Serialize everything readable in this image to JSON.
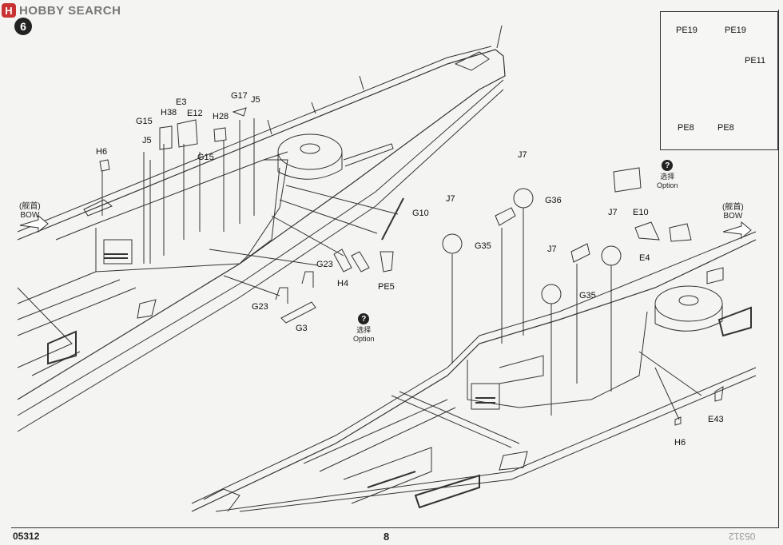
{
  "watermark": {
    "logo": "H",
    "text": "HOBBY SEARCH"
  },
  "step_number": "6",
  "footer": {
    "product_code": "05312",
    "page_number": "8",
    "mirrored_code": "05312"
  },
  "bow_labels": {
    "cn": "(舰首)",
    "en": "BOW"
  },
  "option_labels": {
    "cn": "选择",
    "en": "Option",
    "mark": "?"
  },
  "inset_labels": [
    "PE19",
    "PE19",
    "PE11",
    "PE8",
    "PE8"
  ],
  "left_callouts": [
    "H6",
    "J5",
    "G15",
    "H38",
    "E3",
    "E12",
    "G15",
    "H28",
    "G17",
    "J5",
    "G10",
    "G23",
    "H4",
    "PE5",
    "G23",
    "G3"
  ],
  "right_callouts": [
    "J7",
    "J7",
    "G36",
    "G35",
    "E10",
    "J7",
    "J7",
    "E4",
    "G35",
    "E43",
    "H6"
  ]
}
